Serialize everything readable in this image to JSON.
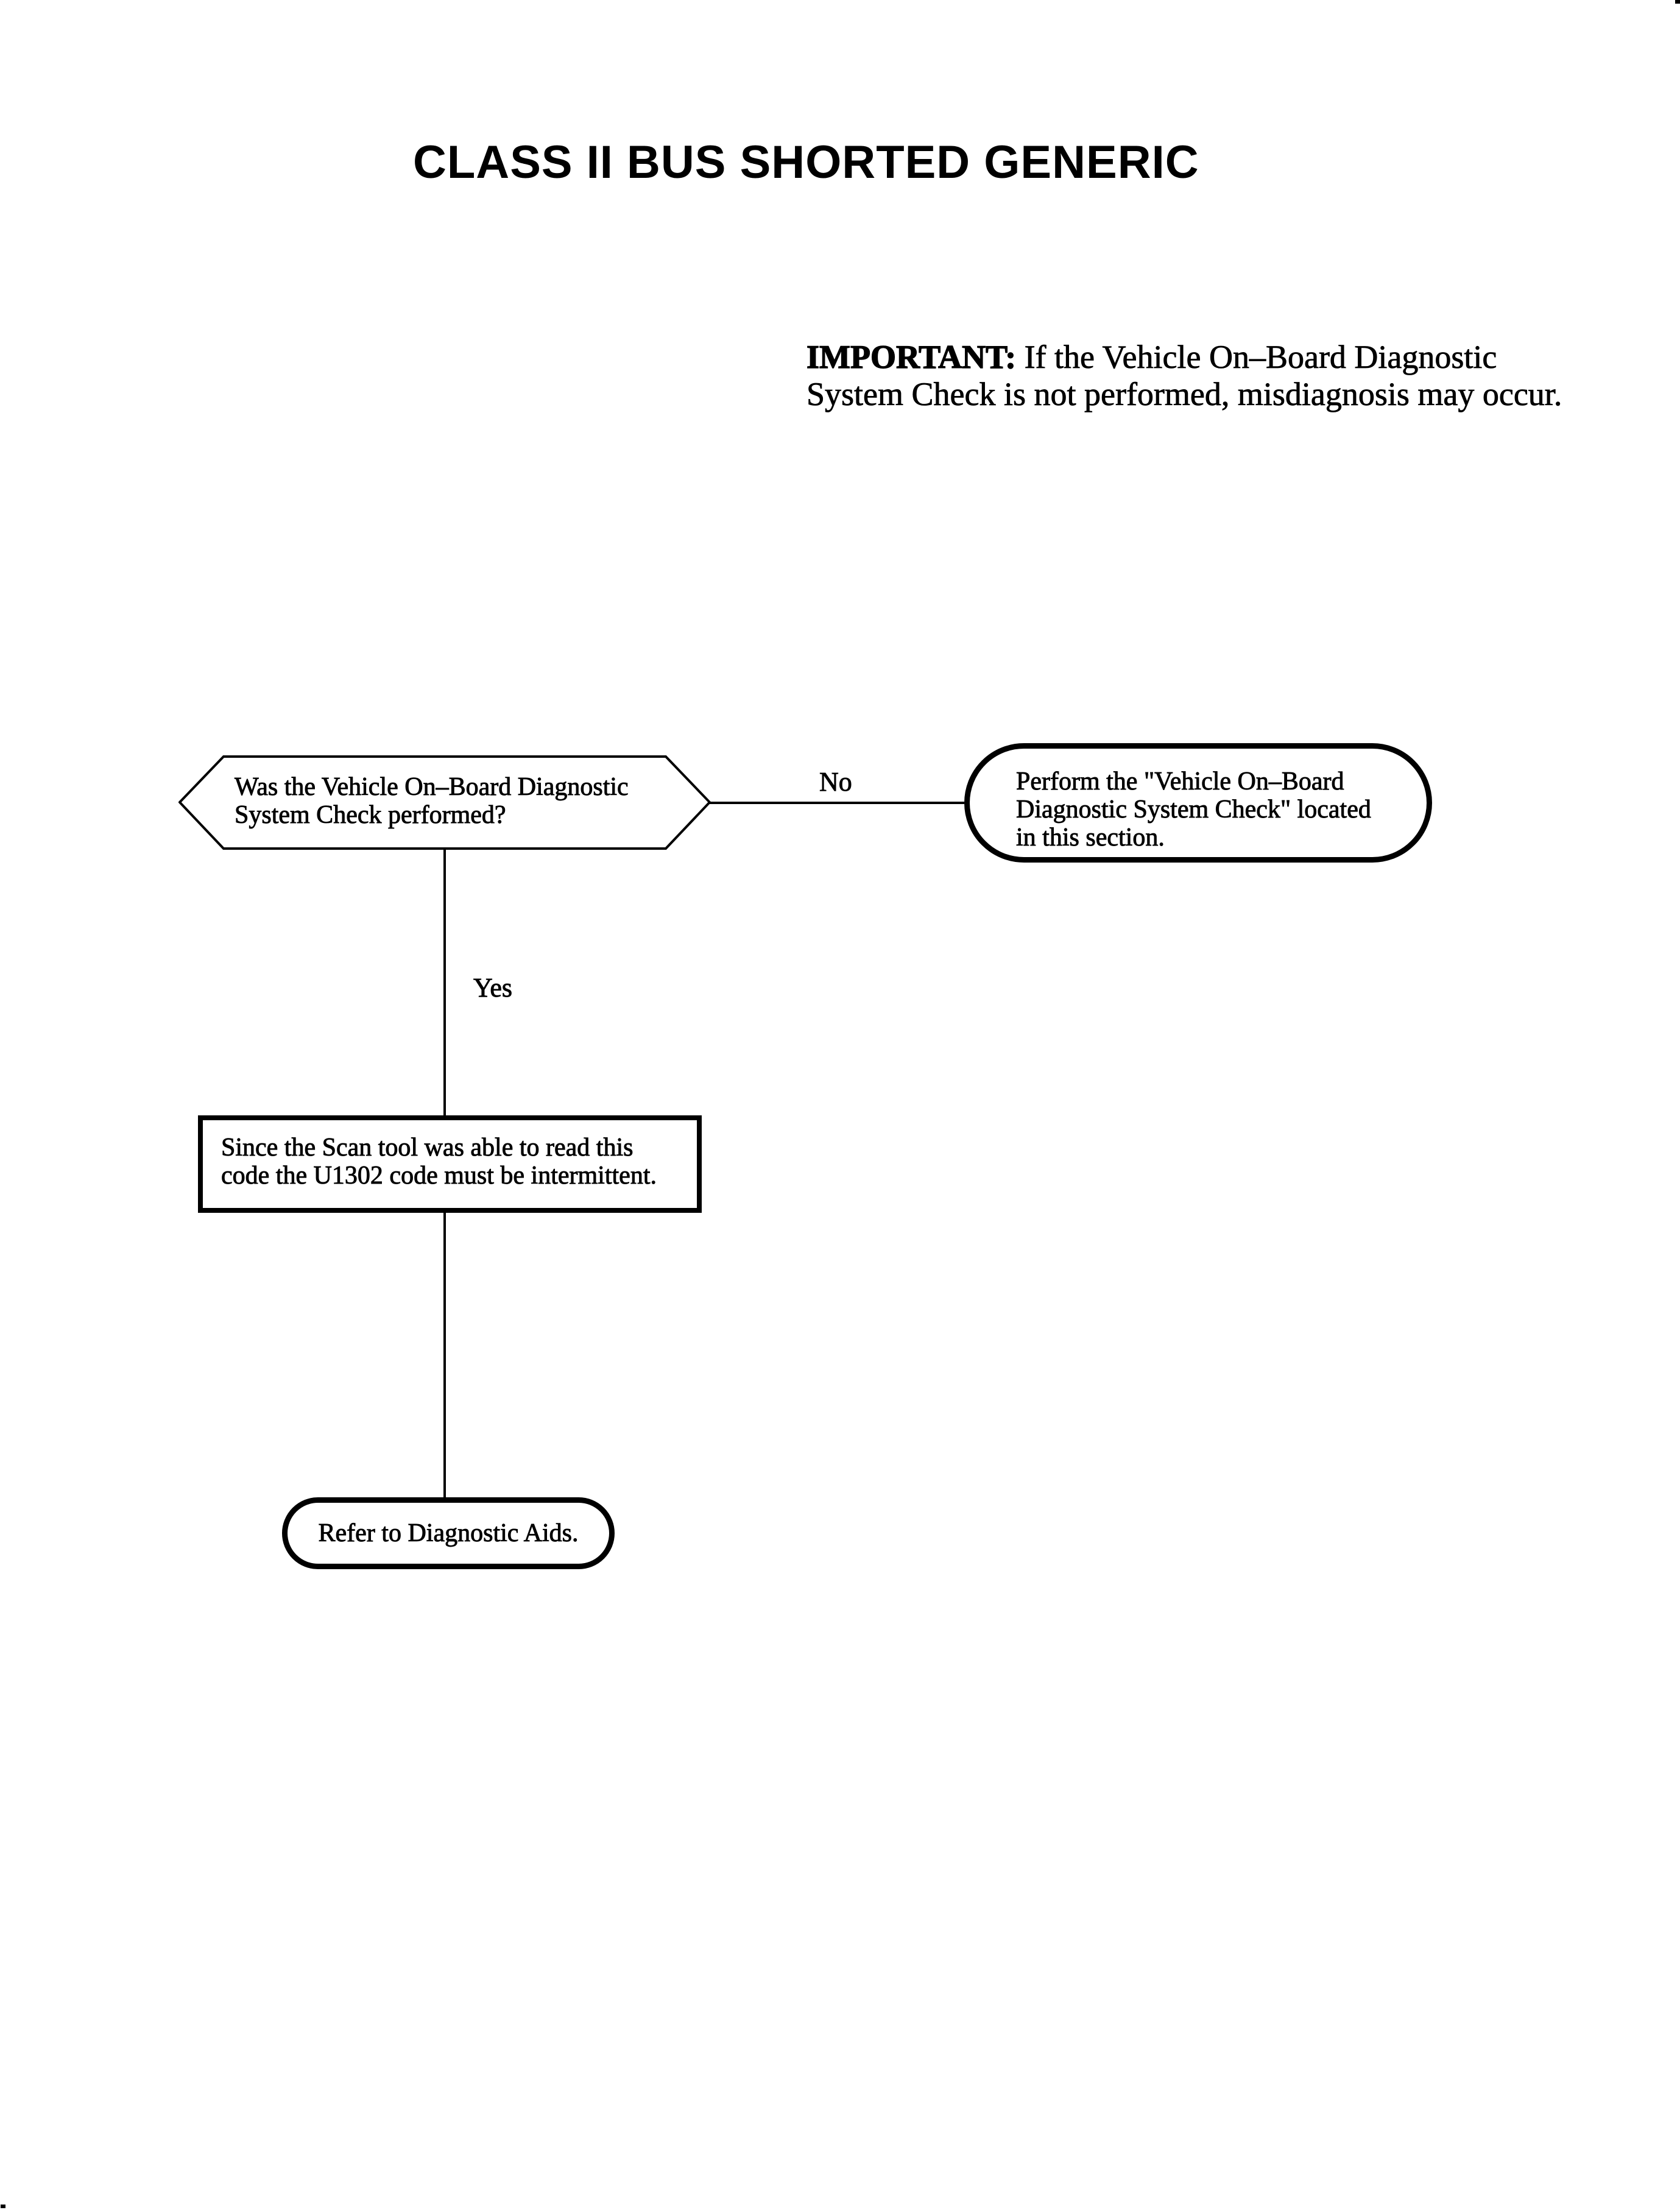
{
  "page": {
    "title": "CLASS II BUS SHORTED GENERIC",
    "paper_color": "#ffffff",
    "ink_color": "#000000"
  },
  "important": {
    "label": "IMPORTANT:",
    "line1": " If the Vehicle On–Board Diagnostic",
    "line2": "System Check is not performed, misdiagnosis may occur."
  },
  "flowchart": {
    "decision": {
      "shape": "hexagon",
      "lines": [
        "Was the Vehicle On–Board Diagnostic",
        "System Check performed?"
      ]
    },
    "no_label": "No",
    "yes_label": "Yes",
    "no_action": {
      "shape": "stadium",
      "lines": [
        "Perform the \"Vehicle On–Board",
        "Diagnostic System Check\" located",
        "in this section."
      ]
    },
    "statement": {
      "shape": "rectangle",
      "lines": [
        "Since the Scan tool was able to read this",
        "code the U1302 code must be intermittent."
      ]
    },
    "terminal": {
      "shape": "stadium",
      "text": "Refer to Diagnostic Aids."
    }
  }
}
